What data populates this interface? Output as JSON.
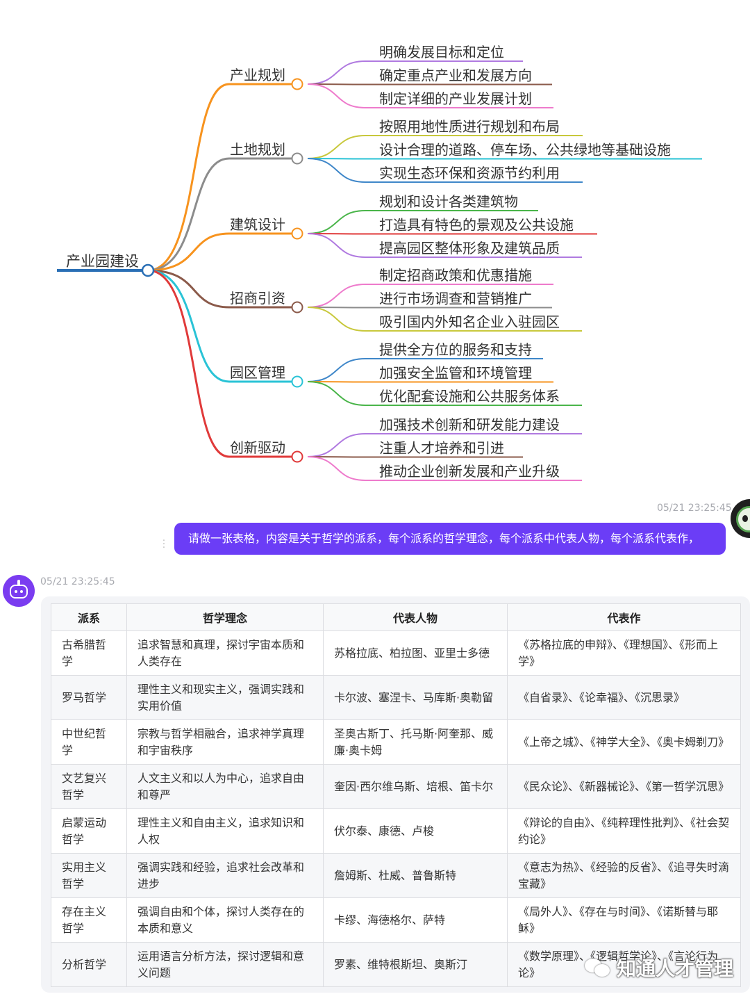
{
  "mindmap": {
    "root": "产业园建设",
    "branches": [
      {
        "label": "产业规划",
        "color": "#f7931e",
        "children": [
          {
            "label": "明确发展目标和定位",
            "color": "#b07ae0"
          },
          {
            "label": "确定重点产业和发展方向",
            "color": "#8b5a4a"
          },
          {
            "label": "制定详细的产业发展计划",
            "color": "#ee7bcc"
          }
        ]
      },
      {
        "label": "土地规划",
        "color": "#8c8c8c",
        "children": [
          {
            "label": "按照用地性质进行规划和布局",
            "color": "#c8c83c"
          },
          {
            "label": "设计合理的道路、停车场、公共绿地等基础设施",
            "color": "#2ac3d6"
          },
          {
            "label": "实现生态环保和资源节约利用",
            "color": "#3f87c9"
          }
        ]
      },
      {
        "label": "建筑设计",
        "color": "#f7931e",
        "children": [
          {
            "label": "规划和设计各类建筑物",
            "color": "#4ab54a"
          },
          {
            "label": "打造具有特色的景观及公共设施",
            "color": "#e03a3a"
          },
          {
            "label": "提高园区整体形象及建筑品质",
            "color": "#b07ae0"
          }
        ]
      },
      {
        "label": "招商引资",
        "color": "#8b5a4a",
        "children": [
          {
            "label": "制定招商政策和优惠措施",
            "color": "#ee7bcc"
          },
          {
            "label": "进行市场调查和营销推广",
            "color": "#8c8c8c"
          },
          {
            "label": "吸引国内外知名企业入驻园区",
            "color": "#c8c83c"
          }
        ]
      },
      {
        "label": "园区管理",
        "color": "#2ac3d6",
        "children": [
          {
            "label": "提供全方位的服务和支持",
            "color": "#3f87c9"
          },
          {
            "label": "加强安全监管和环境管理",
            "color": "#f7931e"
          },
          {
            "label": "优化配套设施和公共服务体系",
            "color": "#4ab54a"
          }
        ]
      },
      {
        "label": "创新驱动",
        "color": "#e03a3a",
        "children": [
          {
            "label": "加强技术创新和研发能力建设",
            "color": "#b07ae0"
          },
          {
            "label": "注重人才培养和引进",
            "color": "#8b5a4a"
          },
          {
            "label": "推动企业创新发展和产业升级",
            "color": "#ee7bcc"
          }
        ]
      }
    ]
  },
  "chat": {
    "user_time": "05/21 23:25:45",
    "user_message": "请做一张表格，内容是关于哲学的派系，每个派系的哲学理念，每个派系中代表人物，每个派系代表作，",
    "bot_time": "05/21 23:25:45",
    "accent_color": "#6b3df6"
  },
  "table": {
    "headers": [
      "派系",
      "哲学理念",
      "代表人物",
      "代表作"
    ],
    "rows": [
      [
        "古希腊哲学",
        "追求智慧和真理，探讨宇宙本质和人类存在",
        "苏格拉底、柏拉图、亚里士多德",
        "《苏格拉底的申辩》、《理想国》、《形而上学》"
      ],
      [
        "罗马哲学",
        "理性主义和现实主义，强调实践和实用价值",
        "卡尔波、塞涅卡、马库斯·奥勒留",
        "《自省录》、《论幸福》、《沉思录》"
      ],
      [
        "中世纪哲学",
        "宗教与哲学相融合，追求神学真理和宇宙秩序",
        "圣奥古斯丁、托马斯·阿奎那、威廉·奥卡姆",
        "《上帝之城》、《神学大全》、《奥卡姆剃刀》"
      ],
      [
        "文艺复兴哲学",
        "人文主义和以人为中心，追求自由和尊严",
        "奎因·西尔维乌斯、培根、笛卡尔",
        "《民众论》、《新器械论》、《第一哲学沉思》"
      ],
      [
        "启蒙运动哲学",
        "理性主义和自由主义，追求知识和人权",
        "伏尔泰、康德、卢梭",
        "《辩论的自由》、《纯粹理性批判》、《社会契约论》"
      ],
      [
        "实用主义哲学",
        "强调实践和经验，追求社会改革和进步",
        "詹姆斯、杜威、普鲁斯特",
        "《意志为热》、《经验的反省》、《追寻失时滴宝藏》"
      ],
      [
        "存在主义哲学",
        "强调自由和个体，探讨人类存在的本质和意义",
        "卡缪、海德格尔、萨特",
        "《局外人》、《存在与时间》、《诺斯替与耶稣》"
      ],
      [
        "分析哲学",
        "运用语言分析方法，探讨逻辑和意义问题",
        "罗素、维特根斯坦、奥斯汀",
        "《数学原理》、《逻辑哲学论》、《言论行为论》"
      ]
    ]
  },
  "watermark": {
    "text": "知通人才管理"
  }
}
